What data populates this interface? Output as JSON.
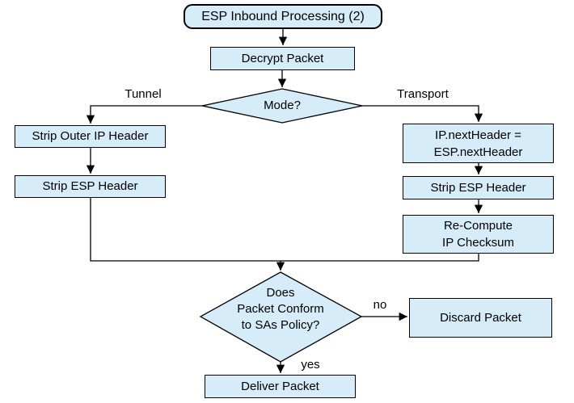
{
  "flowchart": {
    "title": "ESP Inbound Processing (2)",
    "nodes": {
      "start": {
        "label": "ESP Inbound Processing (2)"
      },
      "decrypt": {
        "label": "Decrypt Packet"
      },
      "mode_decision": {
        "label": "Mode?"
      },
      "strip_outer_ip": {
        "label": "Strip Outer IP Header"
      },
      "strip_esp_tunnel": {
        "label": "Strip ESP Header"
      },
      "ip_next_header": {
        "lines": [
          "IP.nextHeader =",
          "ESP.nextHeader"
        ]
      },
      "strip_esp_transport": {
        "label": "Strip ESP Header"
      },
      "recompute_checksum": {
        "lines": [
          "Re-Compute",
          "IP Checksum"
        ]
      },
      "sa_policy_decision": {
        "lines": [
          "Does",
          "Packet Conform",
          "to SAs Policy?"
        ]
      },
      "discard": {
        "label": "Discard Packet"
      },
      "deliver": {
        "label": "Deliver Packet"
      }
    },
    "edge_labels": {
      "tunnel": "Tunnel",
      "transport": "Transport",
      "no": "no",
      "yes": "yes"
    },
    "colors": {
      "node_fill": "#d6ecf8",
      "node_border": "#000000",
      "line": "#000000",
      "text": "#000000",
      "background": "#ffffff"
    }
  }
}
